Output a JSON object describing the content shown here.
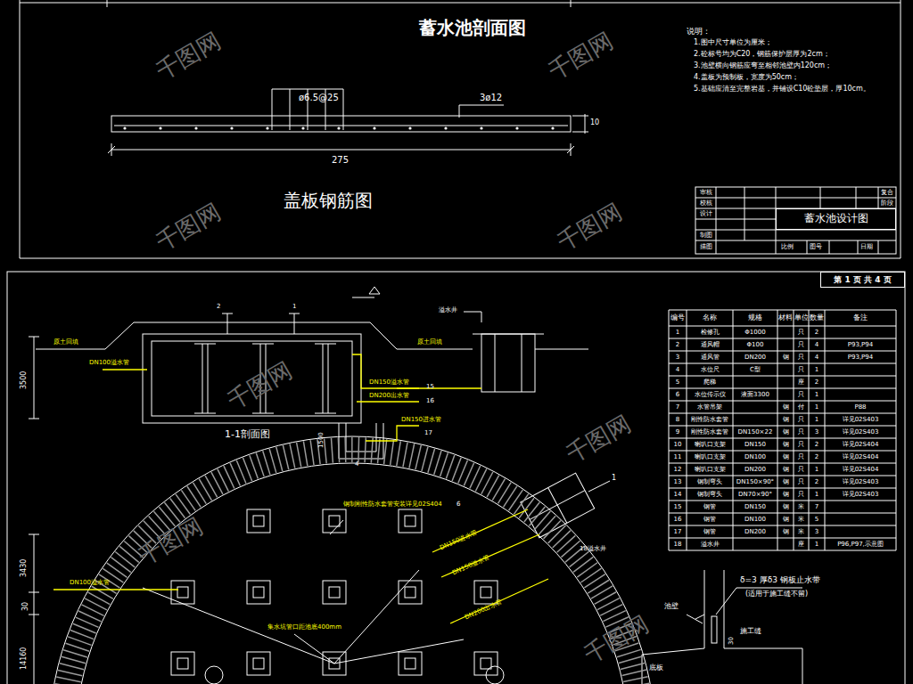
{
  "diagram": {
    "title": "蓄水池剖面图",
    "nodes": [
      {
        "text": [
          "蓄水池设计图"
        ]
      },
      {
        "text": [
          "第 1 页 共 4 页"
        ]
      }
    ],
    "labels": [
      "说明：",
      "1.图中尺寸单位为厘米；",
      "2.砼标号均为C20，钢筋保护层厚为2cm；",
      "3.池壁横向钢筋应弯至相邻池壁内120cm；",
      "4.盖板为预制板，宽度为50cm；",
      "5.基础应清至完整岩基，并铺设C10砼垫层，厚10cm。",
      "ø6.5@25",
      "3ø12",
      "275",
      "10",
      "盖板钢筋图",
      "审核",
      "校核",
      "设计",
      "制图",
      "描图",
      "比例",
      "图号",
      "日期",
      "复合",
      "阶段",
      "1-1剖面图",
      "DN100溢水管",
      "DN150溢水管",
      "DN200出水管",
      "DN150进水管",
      "3500",
      "1500",
      "原土回填",
      "原土回填",
      "溢水井",
      "2",
      "1",
      "15",
      "16",
      "17",
      "4",
      "钢制刚性防水套管安装详见02S404",
      "6",
      "DN150进水管",
      "DN150溢水管",
      "DN200出水管",
      "DN100溢水管",
      "集水坑管口距池底400mm",
      "18溢水井",
      "1",
      "3430",
      "30",
      "14160",
      "δ=3 厚δ3 钢板止水带",
      "(适用于施工缝不留)",
      "池壁",
      "施工缝",
      "底板",
      "30",
      "千图网",
      "千图网",
      "千图网",
      "千图网",
      "千图网",
      "千图网",
      "千图网",
      "千图网",
      "编号",
      "名称",
      "规格",
      "材料",
      "单位",
      "数量",
      "备注",
      "1",
      "检修孔",
      "Φ1000",
      "只",
      "2",
      "2",
      "通风帽",
      "Φ100",
      "只",
      "4",
      "P93,P94",
      "3",
      "通风管",
      "DN200",
      "钢",
      "只",
      "4",
      "P93,P94",
      "4",
      "水位尺",
      "C型",
      "只",
      "1",
      "5",
      "爬梯",
      "座",
      "2",
      "6",
      "水位传示仪",
      "液面3300",
      "只",
      "1",
      "7",
      "水管吊架",
      "钢",
      "付",
      "1",
      "P88",
      "8",
      "刚性防水套管",
      "钢",
      "只",
      "1",
      "详见02S403",
      "9",
      "刚性防水套管",
      "DN150×22",
      "钢",
      "只",
      "3",
      "详见02S403",
      "10",
      "喇叭口支架",
      "DN150",
      "钢",
      "只",
      "2",
      "详见02S404",
      "11",
      "喇叭口支架",
      "DN100",
      "钢",
      "只",
      "2",
      "详见02S404",
      "12",
      "喇叭口支架",
      "DN200",
      "钢",
      "只",
      "1",
      "详见02S404",
      "13",
      "钢制弯头",
      "DN150×90°",
      "钢",
      "只",
      "2",
      "详见02S403",
      "14",
      "钢制弯头",
      "DN70×90°",
      "钢",
      "只",
      "1",
      "详见02S403",
      "15",
      "钢管",
      "DN150",
      "钢",
      "米",
      "7",
      "16",
      "钢管",
      "DN100",
      "钢",
      "米",
      "5",
      "17",
      "钢管",
      "DN200",
      "钢",
      "米",
      "3",
      "18",
      "溢水井",
      "座",
      "1",
      "P96,P97,示意图"
    ]
  }
}
